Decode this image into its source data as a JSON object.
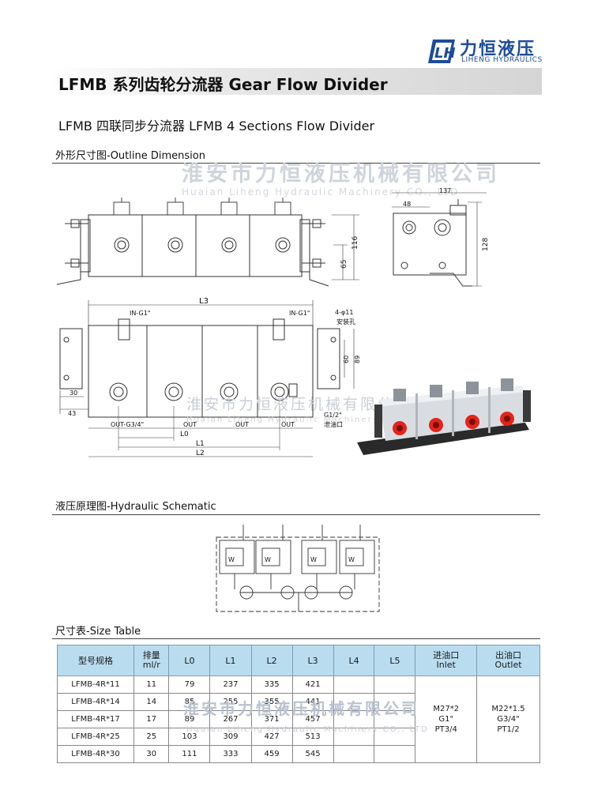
{
  "brand": {
    "name_cn": "力恒液压",
    "name_en": "LIHENG HYDRAULICS",
    "mark_letters": "LH",
    "color": "#1d4c9a"
  },
  "header": {
    "title": "LFMB 系列齿轮分流器 Gear Flow Divider",
    "subtitle": "LFMB 四联同步分流器 LFMB 4 Sections Flow Divider"
  },
  "sections": {
    "outline": "外形尺寸图-Outline Dimension",
    "schematic": "液压原理图-Hydraulic Schematic",
    "table": "尺寸表-Size Table"
  },
  "watermark": {
    "cn": "淮安市力恒液压机械有限公司",
    "en": "Huaian Liheng Hydraulic Machinery CO., LTD"
  },
  "drawing": {
    "front_dims": {
      "d116": "116",
      "d65": "65"
    },
    "side_dims": {
      "d137": "137",
      "d48": "48",
      "d128": "128"
    },
    "plan_labels": {
      "l3": "L3",
      "in_left": "IN-G1\"",
      "in_right": "IN-G1\"",
      "holes": "4-φ11",
      "holes_cn": "安装孔",
      "d60": "60",
      "d89": "89",
      "d30": "30",
      "d43": "43",
      "out_first": "OUT-G3/4\"",
      "out": "OUT",
      "drain": "G1/2\"",
      "drain_cn": "泄油口",
      "l0": "L0",
      "l1": "L1",
      "l2": "L2"
    },
    "schematic_label": "W"
  },
  "size_table": {
    "headers": {
      "model": "型号规格",
      "disp_top": "排量",
      "disp_unit": "ml/r",
      "l0": "L0",
      "l1": "L1",
      "l2": "L2",
      "l3": "L3",
      "l4": "L4",
      "l5": "L5",
      "inlet_cn": "进油口",
      "inlet_en": "Inlet",
      "outlet_cn": "出油口",
      "outlet_en": "Outlet"
    },
    "rows": [
      {
        "model": "LFMB-4R*11",
        "disp": "11",
        "l0": "79",
        "l1": "237",
        "l2": "335",
        "l3": "421"
      },
      {
        "model": "LFMB-4R*14",
        "disp": "14",
        "l0": "85",
        "l1": "255",
        "l2": "355",
        "l3": "441"
      },
      {
        "model": "LFMB-4R*17",
        "disp": "17",
        "l0": "89",
        "l1": "267",
        "l2": "371",
        "l3": "457"
      },
      {
        "model": "LFMB-4R*25",
        "disp": "25",
        "l0": "103",
        "l1": "309",
        "l2": "427",
        "l3": "513"
      },
      {
        "model": "LFMB-4R*30",
        "disp": "30",
        "l0": "111",
        "l1": "333",
        "l2": "459",
        "l3": "545"
      }
    ],
    "inlet": {
      "line1": "M27*2",
      "line2": "G1\"",
      "line3": "PT3/4"
    },
    "outlet": {
      "line1": "M22*1.5",
      "line2": "G3/4\"",
      "line3": "PT1/2"
    }
  }
}
